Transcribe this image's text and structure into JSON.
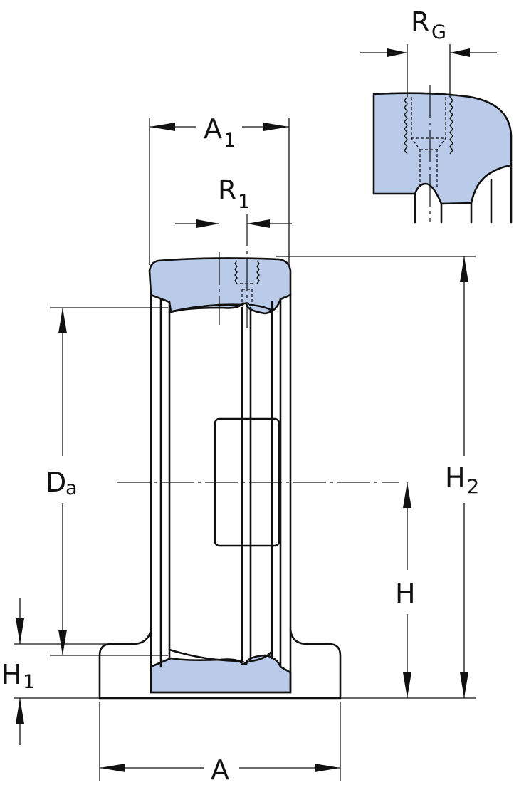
{
  "labels": {
    "A": "A",
    "A1_main": "A",
    "A1_sub": "1",
    "R1_main": "R",
    "R1_sub": "1",
    "RG_main": "R",
    "RG_sub": "G",
    "Da_main": "D",
    "Da_sub": "a",
    "H": "H",
    "H1_main": "H",
    "H1_sub": "1",
    "H2_main": "H",
    "H2_sub": "2"
  },
  "colors": {
    "section_fill": "#b9cbe8",
    "line": "#111111"
  }
}
